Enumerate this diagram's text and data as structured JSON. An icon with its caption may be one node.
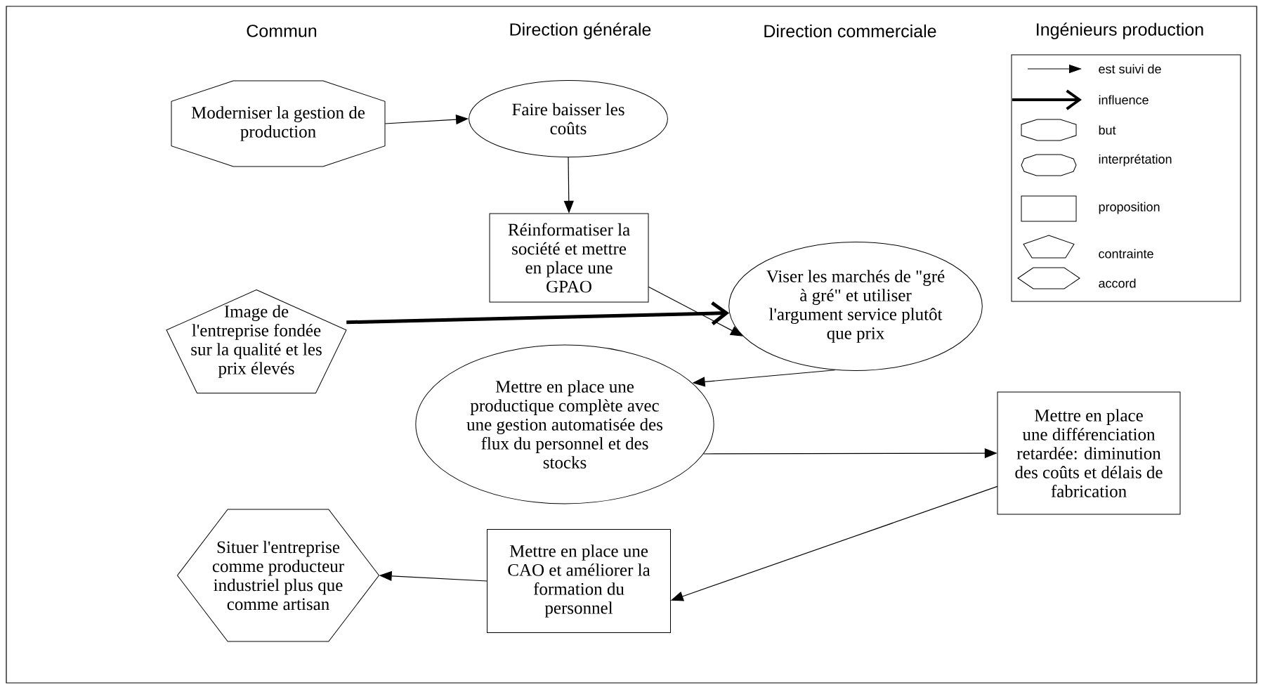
{
  "diagram": {
    "nodes": [
      {
        "text": [
          "Moderniser la gestion de production"
        ]
      },
      {
        "text": [
          "Faire baisser les coûts"
        ]
      },
      {
        "text": [
          "Réinformatiser la société et mettre en place une GPAO"
        ]
      },
      {
        "text": [
          "Viser les marchés de \"gré à gré\" et utiliser l'argument service plutôt que prix"
        ]
      },
      {
        "text": [
          "Image de l'entreprise fondée sur la qualité et les prix élevés"
        ]
      },
      {
        "text": [
          "Mettre en place une productique complète avec une gestion automatisée des flux du personnel et des stocks"
        ]
      },
      {
        "text": [
          "Mettre en place une différenciation retardée: diminution des coûts et délais de fabrication"
        ]
      },
      {
        "text": [
          "Mettre en place une CAO et améliorer la formation du personnel"
        ]
      },
      {
        "text": [
          "Situer l'entreprise comme producteur industriel plus que comme artisan"
        ]
      }
    ],
    "edges": [
      {
        "from": 0,
        "to": 1,
        "arrow": "to"
      },
      {
        "from": 1,
        "to": 2,
        "arrow": "to"
      },
      {
        "from": 2,
        "to": 3,
        "arrow": "to"
      },
      {
        "from": 4,
        "to": 3,
        "arrow": "to",
        "style": "thick"
      },
      {
        "from": 3,
        "to": 5,
        "arrow": "to"
      },
      {
        "from": 5,
        "to": 6,
        "arrow": "to"
      },
      {
        "from": 6,
        "to": 7,
        "arrow": "to"
      },
      {
        "from": 7,
        "to": 8,
        "arrow": "to"
      }
    ],
    "labels": [
      "Commun",
      "Direction générale",
      "Direction commerciale",
      "Ingénieurs production"
    ],
    "legend": [
      {
        "text": "est suivi de"
      },
      {
        "text": "influence"
      },
      {
        "text": "but"
      },
      {
        "text": "interprétation"
      },
      {
        "text": "proposition"
      },
      {
        "text": "contrainte"
      },
      {
        "text": "accord"
      }
    ]
  }
}
